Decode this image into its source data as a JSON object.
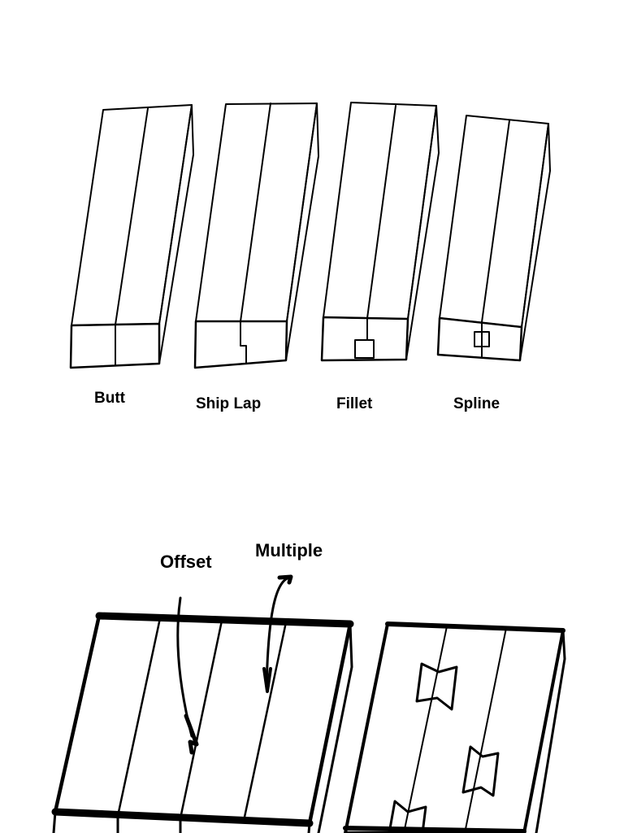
{
  "joint_labels": {
    "butt": "Butt",
    "ship_lap": "Ship Lap",
    "fillet": "Fillet",
    "spline": "Spline"
  },
  "callouts": {
    "offset": "Offset",
    "multiple": "Multiple"
  }
}
